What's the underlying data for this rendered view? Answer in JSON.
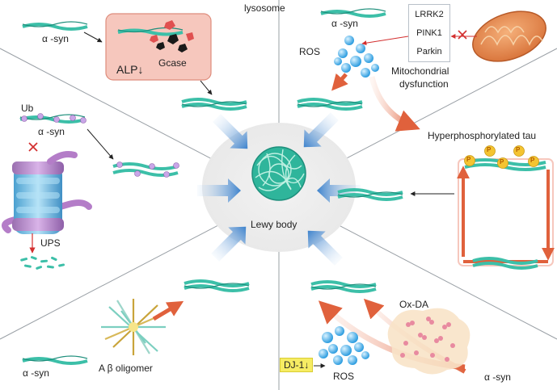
{
  "center": {
    "label": "Lewy body"
  },
  "top_left": {
    "asyn_label": "α -syn",
    "lysosome_label": "lysosome",
    "gcase_label": "Gcase",
    "alp_label": "ALP↓"
  },
  "top_right": {
    "asyn_label": "α -syn",
    "ros_label": "ROS",
    "genes": [
      "LRRK2",
      "PINK1",
      "Parkin"
    ],
    "mito_label_line1": "Mitochondrial",
    "mito_label_line2": "dysfunction",
    "tau_label": "Hyperphosphorylated tau",
    "phospho_label": "P"
  },
  "left": {
    "ub_label": "Ub",
    "asyn_label": "α -syn",
    "ups_label": "UPS"
  },
  "bottom_left": {
    "asyn_label": "α -syn",
    "abeta_label": "A β  oligomer"
  },
  "bottom_right": {
    "oxda_label": "Ox-DA",
    "dj1_label": "DJ-1↓",
    "ros_label": "ROS",
    "asyn_label": "α -syn"
  },
  "colors": {
    "fibril": "#3cbfa8",
    "fibril_dark": "#1e8f7c",
    "arrow_blue": "#3d82cc",
    "arrow_orange": "#e0613c",
    "inhibit_red": "#d32f2f",
    "ub_pink": "#c9a6e8",
    "lysosome_fill": "#f6c7bd",
    "ros_blue": "#3aa6e6",
    "phospho_yellow": "#f4c431"
  },
  "icons": [
    "fibril-icon",
    "lewy-body-icon",
    "lysosome-icon",
    "mitochondrion-icon",
    "proteasome-icon",
    "abeta-oligomer-icon",
    "ox-da-cluster-icon",
    "ros-cluster-icon",
    "inhibition-cross-icon"
  ]
}
